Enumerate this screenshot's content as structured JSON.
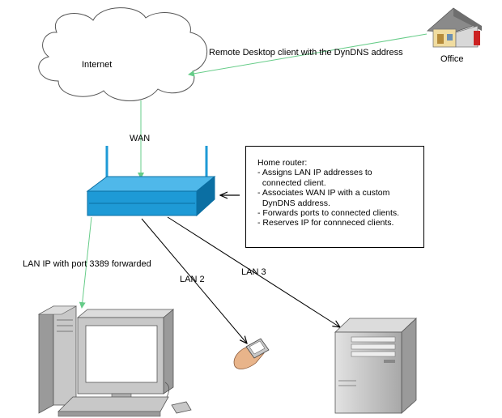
{
  "labels": {
    "internet": "Internet",
    "office": "Office",
    "remote_desktop": "Remote Desktop client with the DynDNS address",
    "wan": "WAN",
    "lan_ip_forward": "LAN IP with port 3389 forwarded",
    "lan2": "LAN 2",
    "lan3": "LAN 3"
  },
  "router_note": {
    "title": "Home router:",
    "lines": [
      "- Assigns LAN IP addresses to\n  connected client.",
      "- Associates WAN IP with a custom\n  DynDNS address.",
      "- Forwards ports to connected clients.",
      "- Reserves IP for connneced clients."
    ]
  },
  "colors": {
    "green_link": "#66cc88",
    "router_blue": "#1e9ad6",
    "router_dark": "#0b6fa3",
    "cloud_fill": "#ffffff",
    "device_gray": "#c8c8c8"
  },
  "icons": [
    "cloud-icon",
    "house-icon",
    "router-icon",
    "desktop-computer-icon",
    "pda-hand-icon",
    "server-tower-icon"
  ]
}
